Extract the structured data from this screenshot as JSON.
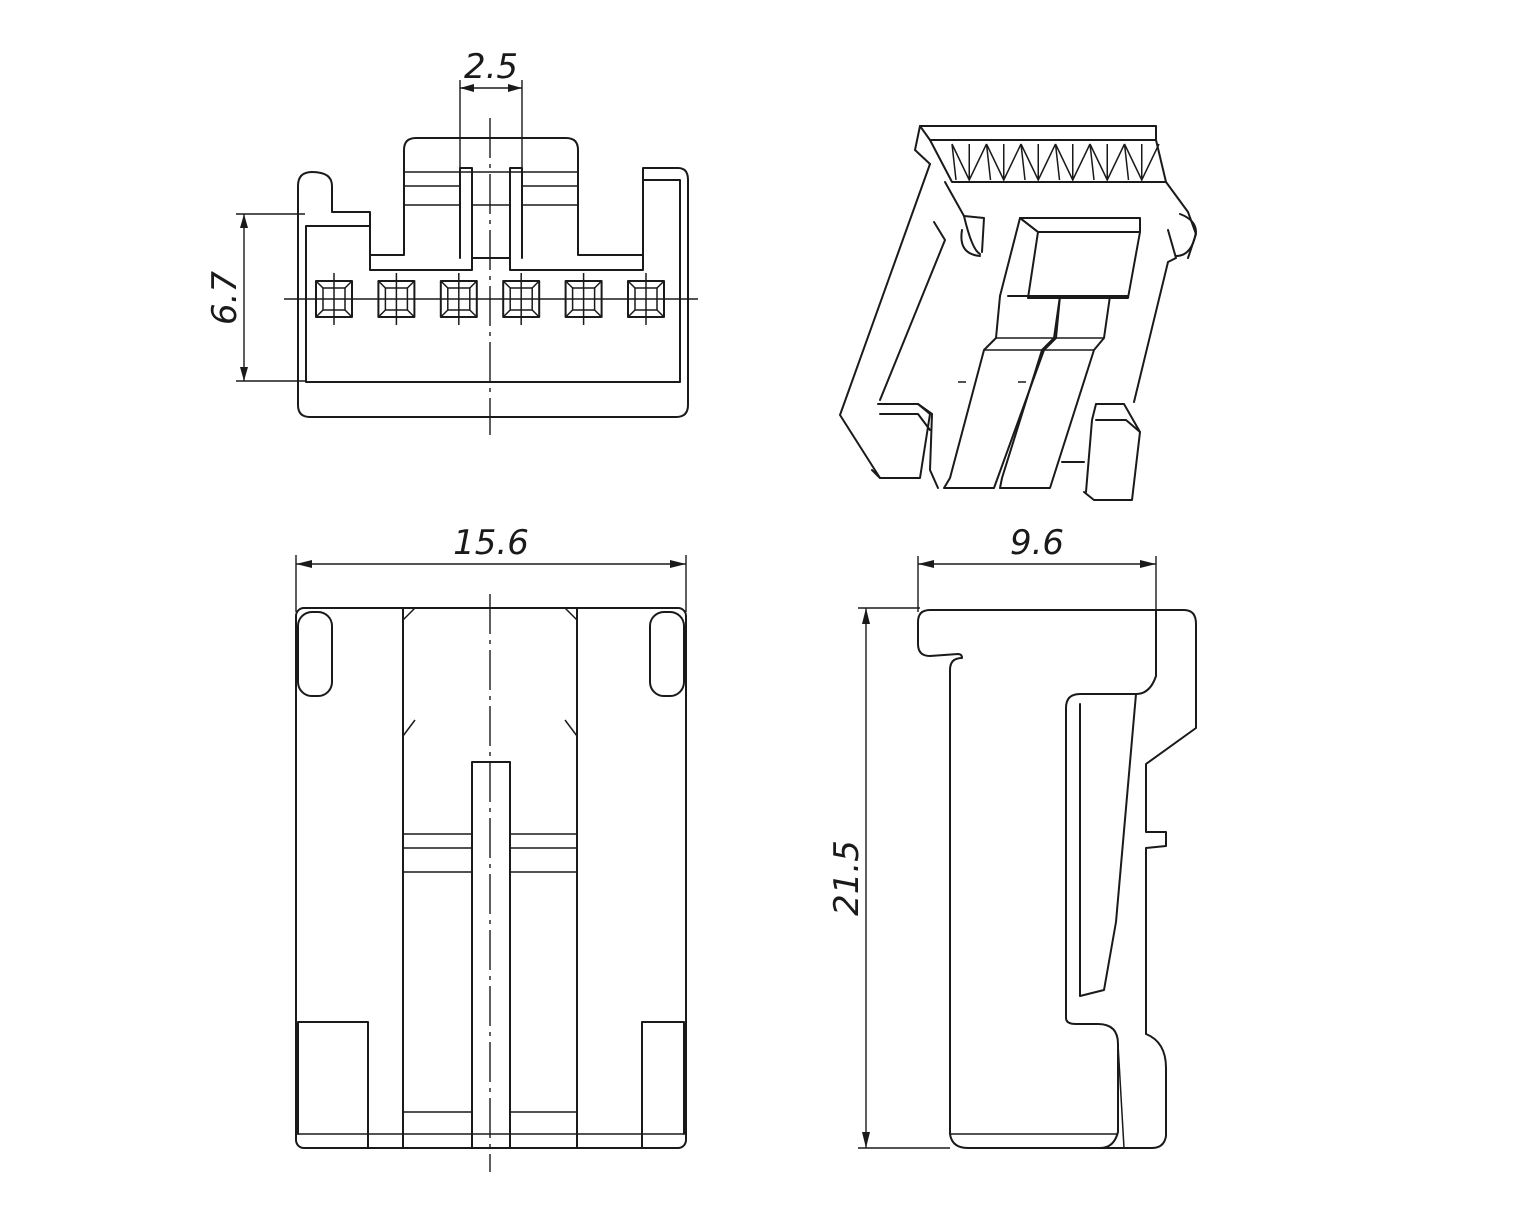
{
  "dimensions": {
    "pin_pitch": "2.5",
    "front_height": "6.7",
    "overall_width": "15.6",
    "side_width": "9.6",
    "overall_length": "21.5"
  },
  "views": {
    "front_pin_count": 6
  }
}
